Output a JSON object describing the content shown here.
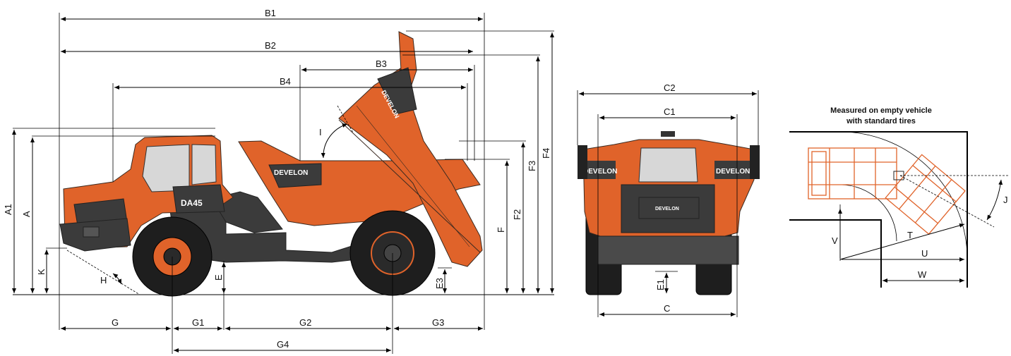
{
  "brand": {
    "name": "DEVELON",
    "model_badge": "DA45"
  },
  "note": {
    "line1": "Measured on empty vehicle",
    "line2": "with standard tires"
  },
  "labels": {
    "A1": "A1",
    "A": "A",
    "K": "K",
    "H": "H",
    "E": "E",
    "E3": "E3",
    "B1": "B1",
    "B2": "B2",
    "B3": "B3",
    "B4": "B4",
    "I": "I",
    "F": "F",
    "F2": "F2",
    "F3": "F3",
    "F4": "F4",
    "G": "G",
    "G1": "G1",
    "G2": "G2",
    "G3": "G3",
    "G4": "G4",
    "C": "C",
    "C1": "C1",
    "C2": "C2",
    "E1": "E1",
    "J": "J",
    "T": "T",
    "U": "U",
    "V": "V",
    "W": "W"
  },
  "colors": {
    "body": "#e0632a",
    "chassis": "#3b3b3b",
    "tire": "#1e1e1e",
    "line": "#000000"
  }
}
